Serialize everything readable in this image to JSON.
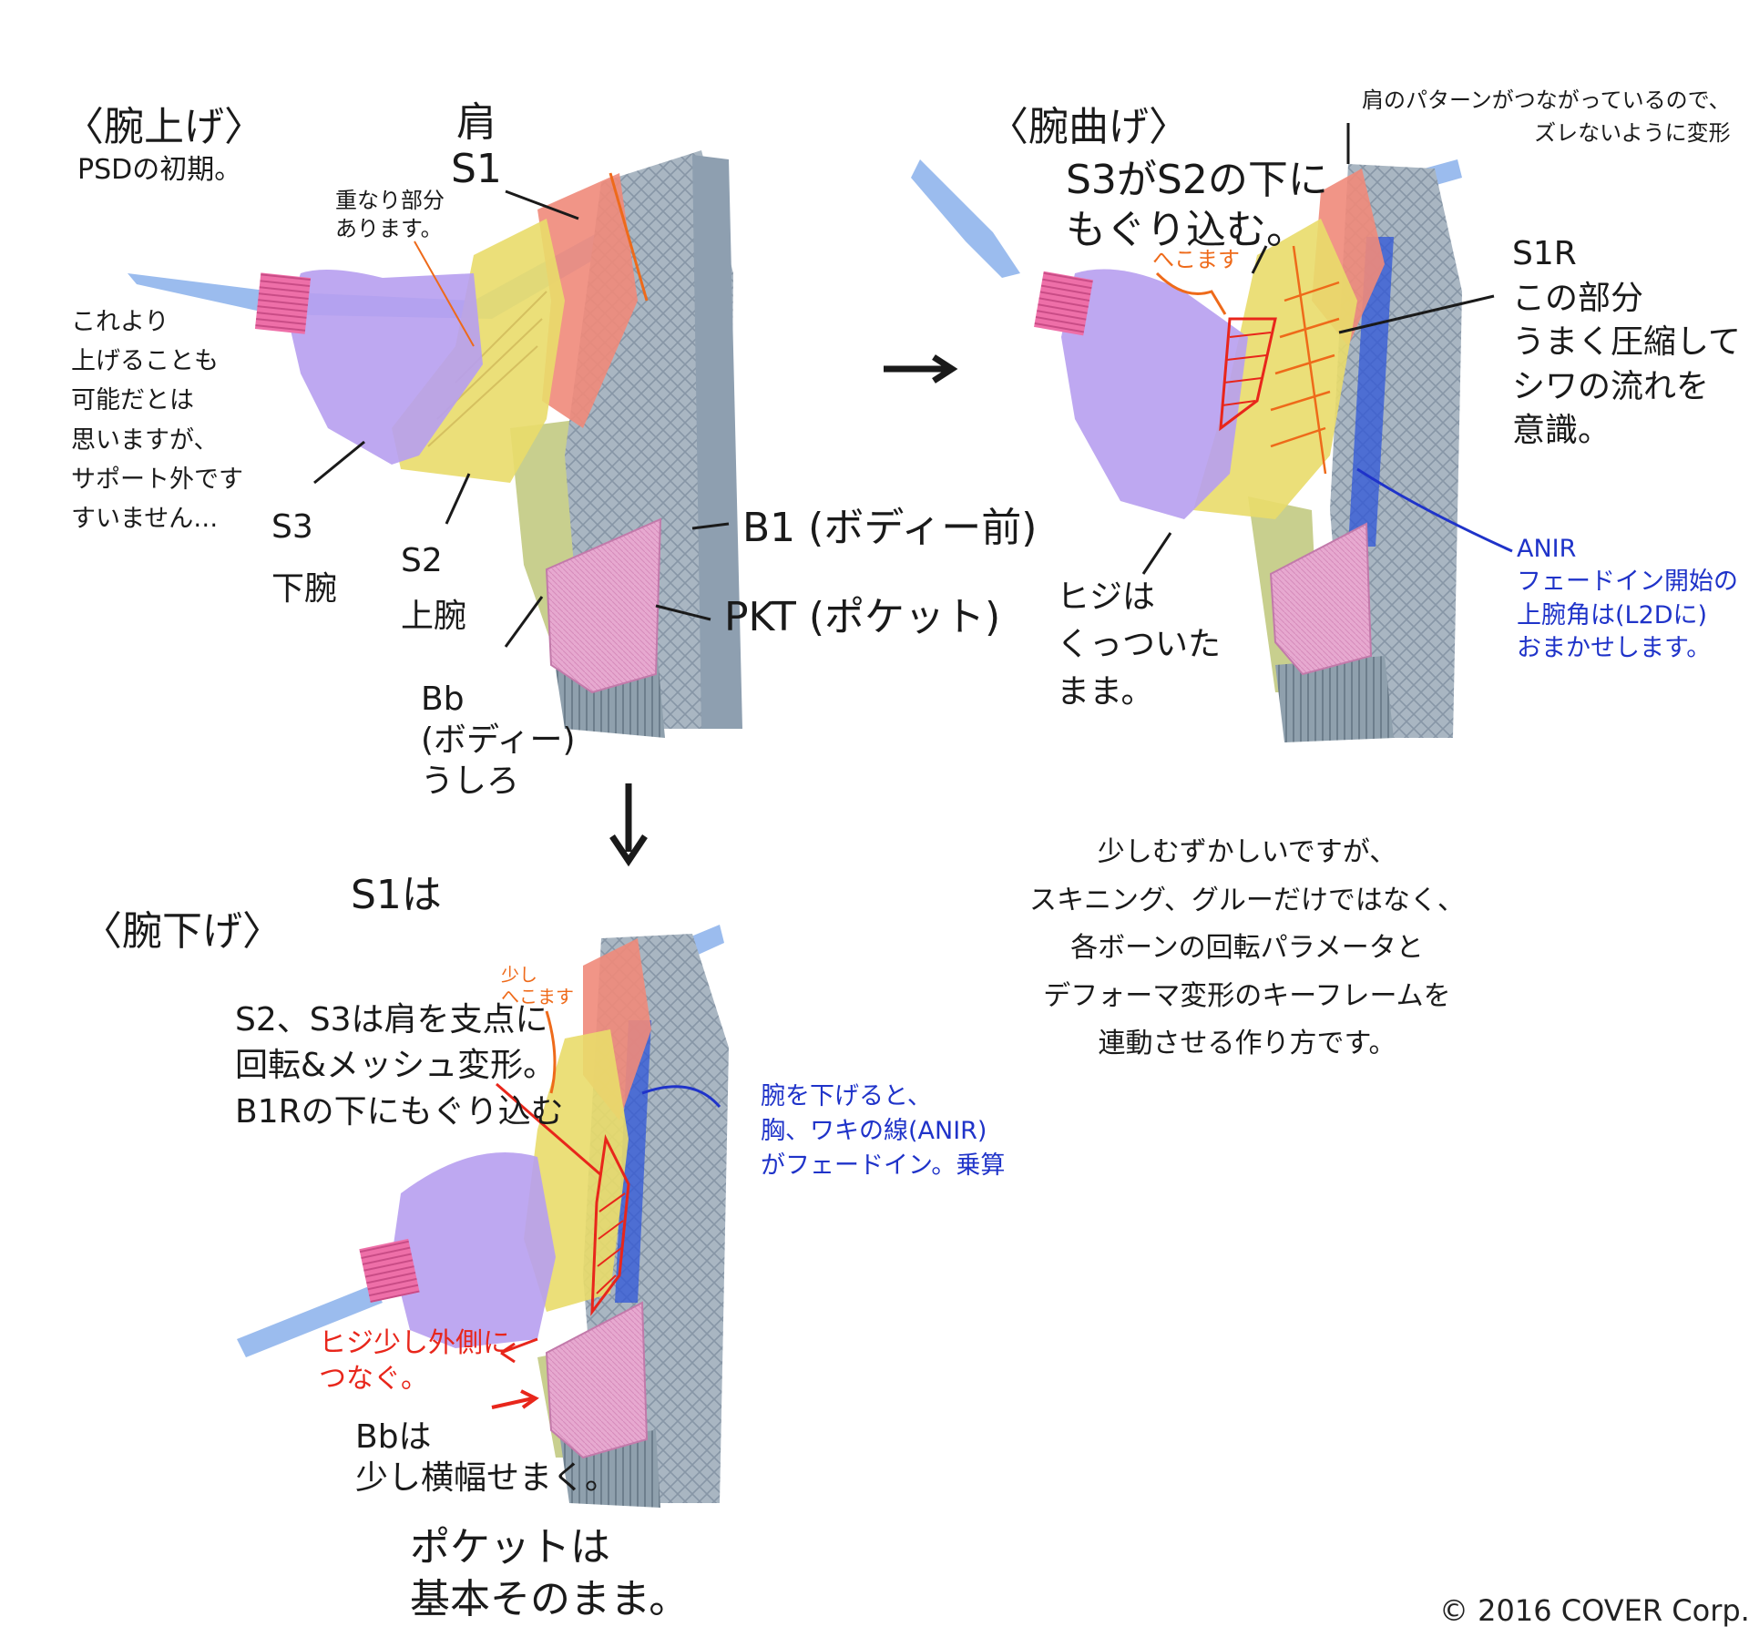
{
  "colors": {
    "sleeve": "#b79ef0",
    "upper_arm": "#e9dc6a",
    "shoulder": "#f08a7a",
    "body_front": "#9aaab8",
    "body_back": "#c8cf8e",
    "pocket": "#e7a9d0",
    "cuff": "#ee6fa8",
    "arm_bone": "#7aa6e8",
    "ink": "#1a1a1a",
    "red_note": "#e8261b",
    "orange_note": "#ee6a1a",
    "blue_note": "#1f33c9"
  },
  "panel_raise": {
    "title": "〈腕上げ〉",
    "subtitle": "PSDの初期。",
    "note_side": "これより\n上げることも\n可能だとは\n思いますが、\nサポート外です\nすいません…",
    "label_shoulder": "肩\nS1",
    "label_overlap": "重なり部分\nあります。",
    "label_s3": "S3\n下腕",
    "label_s2": "S2\n上腕",
    "label_b1": "B1 (ボディー前)",
    "label_pkt": "PKT (ポケット)",
    "label_bb": "Bb\n(ボディー)\nうしろ"
  },
  "panel_bend": {
    "title": "〈腕曲げ〉",
    "note_top": "肩のパターンがつながっているので、\nズレないように変形",
    "note_s3": "S3がS2の下に\nもぐり込む。",
    "note_hekomasu": "へこます",
    "note_s1r": "S1R\nこの部分\nうまく圧縮して\nシワの流れを\n意識。",
    "note_elbow": "ヒジは\nくっついた\nまま。",
    "note_anir": "ANIR\nフェードイン開始の\n上腕角は(L2Dに)\nおまかせします。"
  },
  "panel_lower": {
    "title": "〈腕下げ〉",
    "note_s1": "S1は",
    "note_s2s3": "S2、S3は肩を支点に\n回転&メッシュ変形。\nB1Rの下にもぐり込む",
    "note_sukoshi": "少し\nへこます",
    "note_fadein": "腕を下げると、\n胸、ワキの線(ANIR)\nがフェードイン。乗算",
    "note_elbow": "ヒジ少し外側に\nつなぐ。",
    "note_bb": "Bbは\n少し横幅せまく。",
    "note_pocket": "ポケットは\n基本そのまま。"
  },
  "summary": "少しむずかしいですが、\nスキニング、グルーだけではなく、\n各ボーンの回転パラメータと\nデフォーマ変形のキーフレームを\n連動させる作り方です。",
  "copyright": "© 2016 COVER Corp."
}
